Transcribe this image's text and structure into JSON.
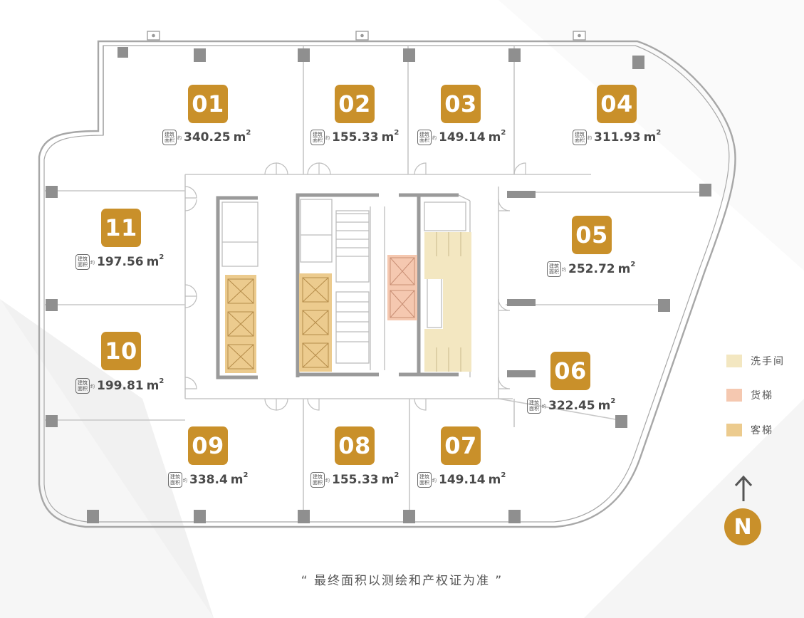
{
  "units": [
    {
      "id": "01",
      "area": "340.25"
    },
    {
      "id": "02",
      "area": "155.33"
    },
    {
      "id": "03",
      "area": "149.14"
    },
    {
      "id": "04",
      "area": "311.93"
    },
    {
      "id": "05",
      "area": "252.72"
    },
    {
      "id": "06",
      "area": "322.45"
    },
    {
      "id": "07",
      "area": "149.14"
    },
    {
      "id": "08",
      "area": "155.33"
    },
    {
      "id": "09",
      "area": "338.4"
    },
    {
      "id": "10",
      "area": "199.81"
    },
    {
      "id": "11",
      "area": "197.56"
    }
  ],
  "area_tag": {
    "line1": "建筑",
    "line2": "面积",
    "suffix": "约"
  },
  "area_unit": "m",
  "area_unit_sup": "2",
  "legend": [
    {
      "label": "洗手间",
      "color": "#f3e7c1"
    },
    {
      "label": "货梯",
      "color": "#f5c8b0"
    },
    {
      "label": "客梯",
      "color": "#eccb8e"
    }
  ],
  "north_label": "N",
  "note": "“ 最终面积以测绘和产权证为准 ”",
  "colors": {
    "accent": "#c9902a",
    "wall": "#9a9a9a",
    "pillar": "#8f8f8f"
  }
}
